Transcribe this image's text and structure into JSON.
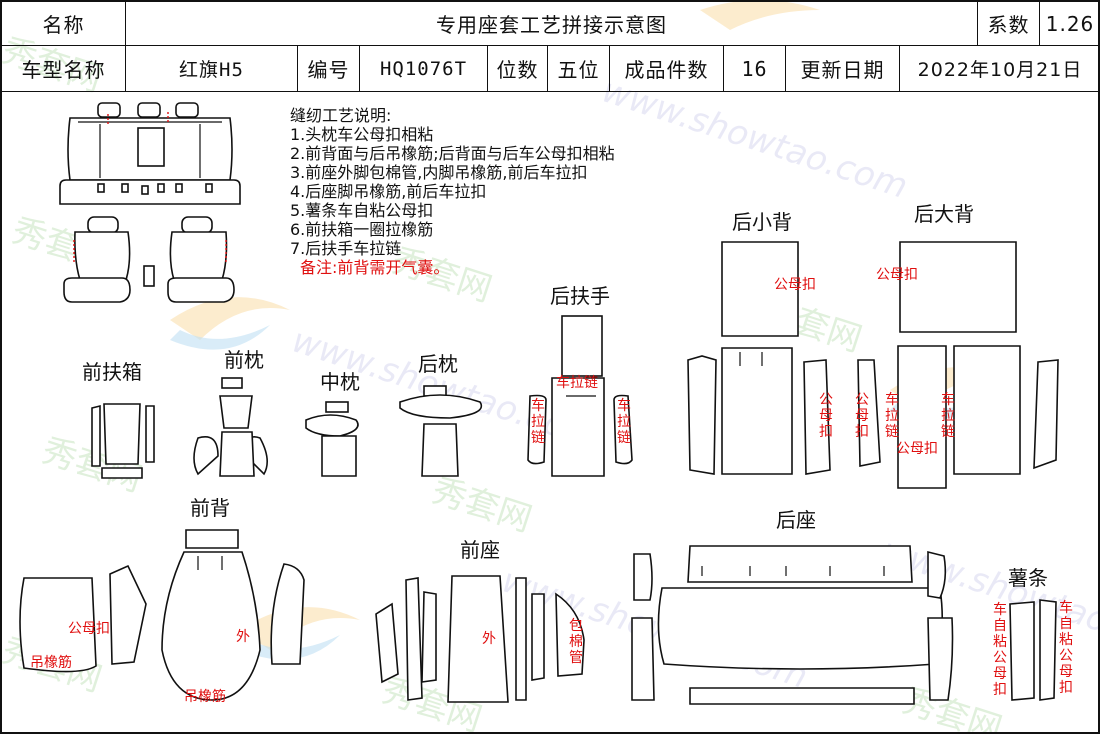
{
  "header": {
    "name_label": "名称",
    "title": "专用座套工艺拼接示意图",
    "coef_label": "系数",
    "coef_value": "1.26",
    "model_label": "车型名称",
    "model_value": "红旗H5",
    "code_label": "编号",
    "code_value": "HQ1076T",
    "seat_label": "位数",
    "seat_value": "五位",
    "count_label": "成品件数",
    "count_value": "16",
    "date_label": "更新日期",
    "date_value": "2022年10月21日"
  },
  "notes": {
    "heading": "缝纫工艺说明:",
    "items": [
      "1.头枕车公母扣相粘",
      "2.前背面与后吊橡筋;后背面与后车公母扣相粘",
      "3.前座外脚包棉管,内脚吊橡筋,前后车拉扣",
      "4.后座脚吊橡筋,前后车拉扣",
      "5.薯条车自粘公母扣",
      "6.前扶箱一圈拉橡筋",
      "7.后扶手车拉链"
    ],
    "remark": "备注:前背需开气囊。"
  },
  "parts": {
    "front_console": "前扶箱",
    "front_headrest": "前枕",
    "mid_headrest": "中枕",
    "rear_headrest": "后枕",
    "rear_armrest": "后扶手",
    "rear_small_back": "后小背",
    "rear_big_back": "后大背",
    "front_back": "前背",
    "front_seat": "前座",
    "rear_seat": "后座",
    "strips": "薯条"
  },
  "annotations": {
    "zipper": "车拉链",
    "snap": "公母扣",
    "elastic": "吊橡筋",
    "outer": "外",
    "foam_tube": "包棉管",
    "self_snap": "车自粘公母扣"
  },
  "watermark": {
    "cn": "秀套网",
    "url": "www.showtao.com"
  },
  "colors": {
    "line": "#111111",
    "red_note": "#e01010"
  }
}
